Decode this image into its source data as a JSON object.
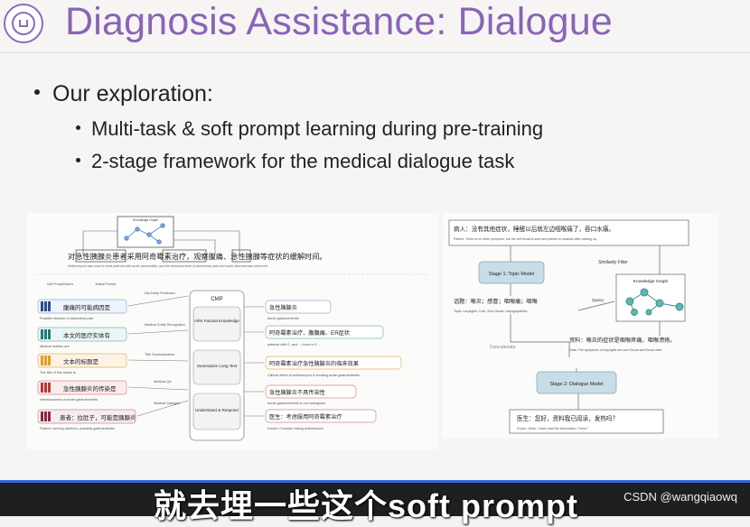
{
  "slide": {
    "title": "Diagnosis Assistance: Dialogue",
    "bullet_main": "Our exploration:",
    "sub_bullets": [
      "Multi-task & soft prompt learning during pre-training",
      "2-stage framework for the medical dialogue task"
    ]
  },
  "left_figure": {
    "top_text": "对急性胰腺炎患者采用阿奇霉素治疗，观察腹痛、急性胰腺等症状的缓解时间。",
    "top_text_en": "Azithromycin was used to treat patients with acute pancreatitis, and the remission time of abdominal pain and acute diarrhea was observed.",
    "kg_label": "Knowledge Graph",
    "col_labels": [
      "Soft Prompt",
      "Tokens",
      "Textual Prompt"
    ],
    "inputs": [
      {
        "cn": "腹痛的可能病因是",
        "en": "Possible disease of abdominal pain"
      },
      {
        "cn": "本文的医疗实体有",
        "en": "Medical entities are"
      },
      {
        "cn": "文本的标题是",
        "en": "The title of this article is"
      },
      {
        "cn": "急性胰腺炎的传染是",
        "en": "Infectiousness of acute pastroenteritis"
      },
      {
        "cn": "患者：拉肚子，可能是胰腺炎",
        "en": "Patient: running diarrhea, probably gastroenteritis"
      }
    ],
    "task_labels": [
      "Dis Entity Prediction",
      "Medical Entity Recognition",
      "Title Summarization",
      "Medical QA",
      "Medical Dialogue"
    ],
    "center_title": "CMP",
    "center_boxes": [
      "Infer Factual Knowledge",
      "Summarize Long Text",
      "Understand & Respond"
    ],
    "outputs": [
      {
        "cn": "急性胰腺炎",
        "en": "Acute gastroenteritis"
      },
      {
        "cn": "阿奇霉素治疗、腹腹痛、ER症状",
        "en": "patients with E, and ... more in E ... "
      },
      {
        "cn": "阿奇霉素治疗急性胰腺炎的临床效果",
        "en": "Clinical effect of azithromycin in treating acute gastroenteritis"
      },
      {
        "cn": "急性胰腺炎不具传染性",
        "en": "Acute gastroenteritis is not contagious"
      },
      {
        "cn": "医生：考虑服用阿奇霉素治疗",
        "en": "Doctor: Consider taking azithromycin"
      }
    ]
  },
  "right_figure": {
    "patient_cn": "病人：没有其他症状，睡醒以后就左边咽喉痛了，吞口水痛。",
    "patient_en": "Patient: There is no other symptom, but the left throat is sore and painful to swallow after waking up.",
    "stage1": "Stage 1: Topic Model",
    "similarity": "Similarity Filter",
    "kg": "Knowledge Graph",
    "query": "Query",
    "topic_cn": "话题：喉炎；感冒；咽喉痛；咽喉",
    "topic_en": "Topic: Laryngitis; Cold; Sore throat; Laryngopathies",
    "concatenate": "Concatenate",
    "info_cn": "资料：喉炎的症状是咽喉疼痛，咽喉溃疡。",
    "info_en": "Data: The symptoms of laryngitis are sore throat and throat ulcer.",
    "stage2": "Stage 2: Dialogue Model",
    "doctor_cn": "医生：您好，资料我已阅读，发热吗？",
    "doctor_en": "Doctor: Hello, I have read the information. Fever?"
  },
  "overlay": {
    "subtitle": "就去埋一些这个soft prompt",
    "watermark": "CSDN @wangqiaowq"
  },
  "colors": {
    "title": "#8a64b7",
    "stage_box": "#c9dde7",
    "kg_node": "#5fb8b0",
    "output_border": "#9aaecf"
  }
}
